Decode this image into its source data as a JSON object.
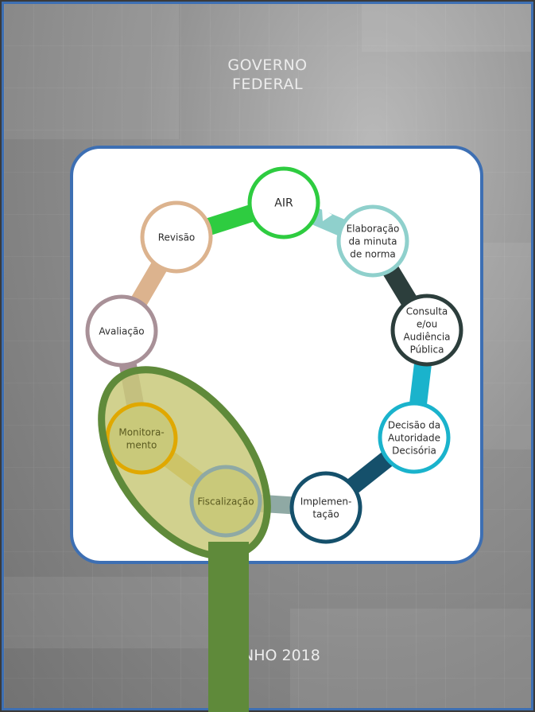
{
  "header": {
    "line1": "GOVERNO",
    "line2": "FEDERAL"
  },
  "footer": {
    "text": "NHO 2018"
  },
  "colors": {
    "frame": "#3d6fb3",
    "highlight": "#5f8a3a",
    "highlight_fill": "#c9c97a"
  },
  "cycle": {
    "nodes": [
      {
        "id": "air",
        "lines": [
          "AIR"
        ],
        "color": "#2ecc40"
      },
      {
        "id": "elaboracao",
        "lines": [
          "Elaboração",
          "da minuta",
          "de norma"
        ],
        "color": "#8fd0cc"
      },
      {
        "id": "consulta",
        "lines": [
          "Consulta",
          "e/ou",
          "Audiência",
          "Pública"
        ],
        "color": "#2c3e3c"
      },
      {
        "id": "decisao",
        "lines": [
          "Decisão da",
          "Autoridade",
          "Decisória"
        ],
        "color": "#1ab3cc"
      },
      {
        "id": "implementacao",
        "lines": [
          "Implemen-",
          "tação"
        ],
        "color": "#15506b"
      },
      {
        "id": "fiscalizacao",
        "lines": [
          "Fiscalização"
        ],
        "color": "#8fa9a4"
      },
      {
        "id": "monitoramento",
        "lines": [
          "Monitora-",
          "mento"
        ],
        "color": "#e0a800"
      },
      {
        "id": "avaliacao",
        "lines": [
          "Avaliação"
        ],
        "color": "#a89097"
      },
      {
        "id": "revisao",
        "lines": [
          "Revisão"
        ],
        "color": "#dcb38e"
      }
    ]
  }
}
